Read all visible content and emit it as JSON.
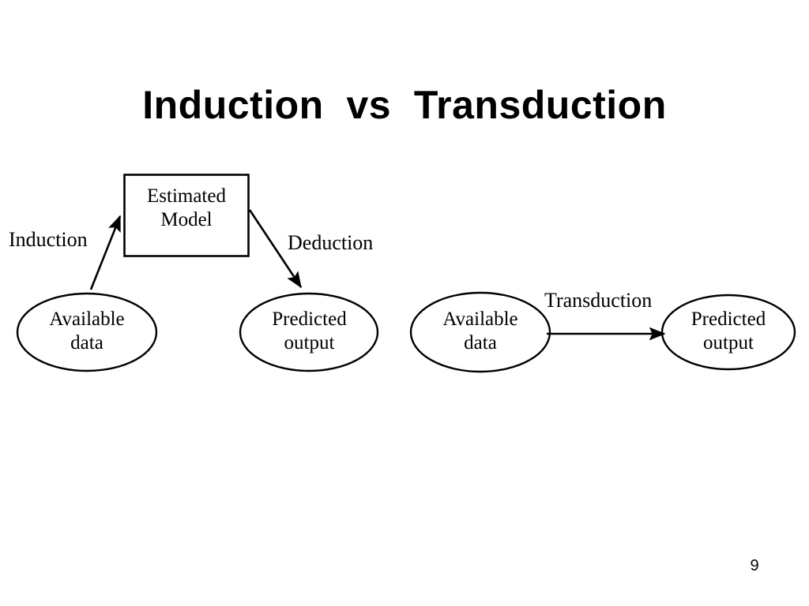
{
  "slide": {
    "title": "Induction  vs  Transduction",
    "page_number": "9",
    "background_color": "#ffffff",
    "ink_color": "#000000"
  },
  "diagram_induction": {
    "name": "induction-deduction-path",
    "nodes": {
      "estimated_model": {
        "shape": "rectangle",
        "label": "Estimated\nModel"
      },
      "available_data": {
        "shape": "ellipse",
        "label": "Available\ndata"
      },
      "predicted_output": {
        "shape": "ellipse",
        "label": "Predicted\noutput"
      }
    },
    "edges": [
      {
        "label": "Induction",
        "from": "available_data",
        "to": "estimated_model"
      },
      {
        "label": "Deduction",
        "from": "estimated_model",
        "to": "predicted_output"
      }
    ]
  },
  "diagram_transduction": {
    "name": "transduction-path",
    "nodes": {
      "available_data": {
        "shape": "ellipse",
        "label": "Available\ndata"
      },
      "predicted_output": {
        "shape": "ellipse",
        "label": "Predicted\noutput"
      }
    },
    "edges": [
      {
        "label": "Transduction",
        "from": "available_data",
        "to": "predicted_output"
      }
    ]
  }
}
